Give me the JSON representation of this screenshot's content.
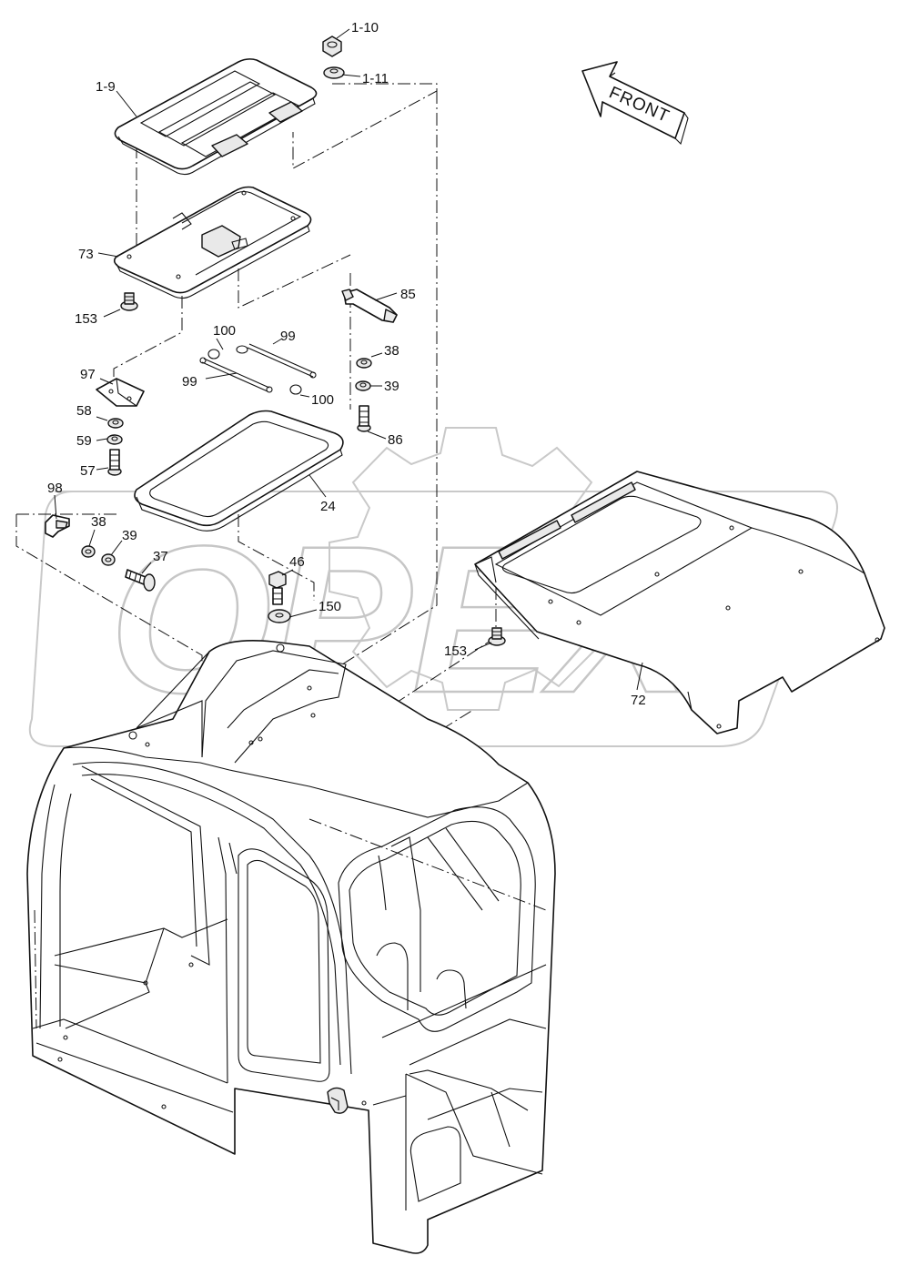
{
  "diagram": {
    "watermark": "OPEX",
    "direction_label": "FRONT",
    "callouts": {
      "p1_10": "1-10",
      "p1_11": "1-11",
      "p1_9": "1-9",
      "p73": "73",
      "p153a": "153",
      "p85": "85",
      "p100a": "100",
      "p99a": "99",
      "p99b": "99",
      "p100b": "100",
      "p97": "97",
      "p38a": "38",
      "p39a": "39",
      "p58": "58",
      "p59": "59",
      "p86": "86",
      "p57": "57",
      "p24": "24",
      "p98": "98",
      "p38b": "38",
      "p39b": "39",
      "p37": "37",
      "p46": "46",
      "p150": "150",
      "p153b": "153",
      "p72": "72"
    }
  }
}
